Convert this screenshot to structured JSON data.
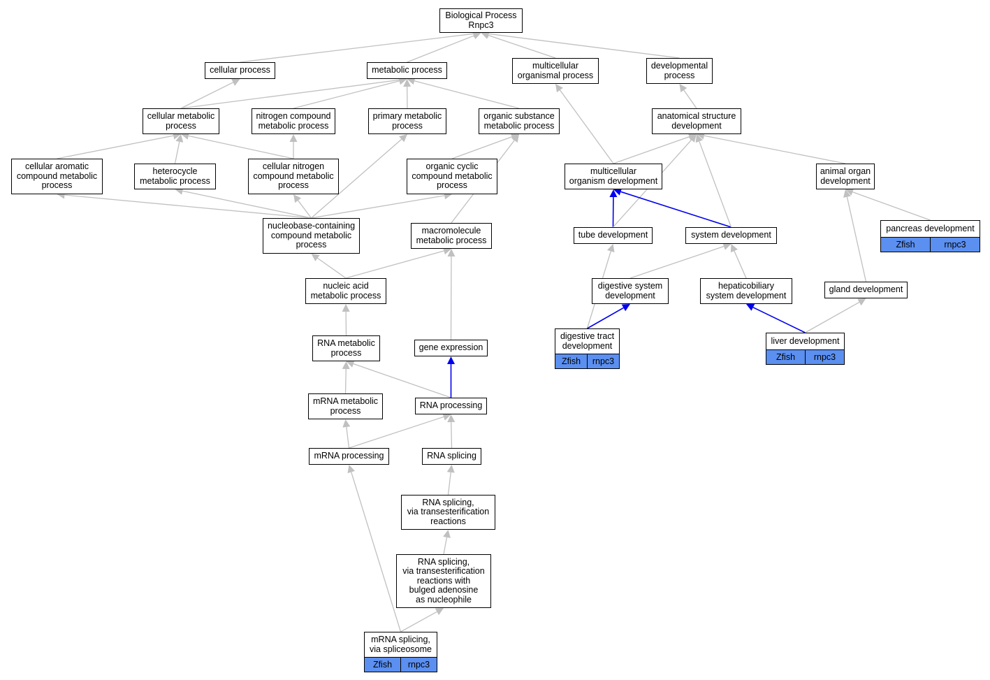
{
  "colors": {
    "edge_gray": "#c0c0c0",
    "edge_blue": "#0000ee",
    "annotation_fill": "#5b8ff0",
    "node_border": "#000000",
    "background": "#ffffff"
  },
  "nodes": {
    "root": "Biological Process\nRnpc3",
    "cellular_process": "cellular process",
    "metabolic_process": "metabolic process",
    "multicellular_organismal_process": "multicellular\norganismal process",
    "developmental_process": "developmental\nprocess",
    "cellular_metabolic_process": "cellular metabolic\nprocess",
    "nitrogen_compound_metabolic_process": "nitrogen compound\nmetabolic process",
    "primary_metabolic_process": "primary metabolic\nprocess",
    "organic_substance_metabolic_process": "organic substance\nmetabolic process",
    "anatomical_structure_development": "anatomical structure\ndevelopment",
    "cellular_aromatic_compound_metabolic_process": "cellular aromatic\ncompound metabolic\nprocess",
    "heterocycle_metabolic_process": "heterocycle\nmetabolic process",
    "cellular_nitrogen_compound_metabolic_process": "cellular nitrogen\ncompound metabolic\nprocess",
    "organic_cyclic_compound_metabolic_process": "organic cyclic\ncompound metabolic\nprocess",
    "multicellular_organism_development": "multicellular\norganism development",
    "animal_organ_development": "animal organ\ndevelopment",
    "nucleobase_containing_compound_metabolic_process": "nucleobase-containing\ncompound metabolic\nprocess",
    "macromolecule_metabolic_process": "macromolecule\nmetabolic process",
    "tube_development": "tube development",
    "system_development": "system development",
    "pancreas_development": "pancreas development",
    "nucleic_acid_metabolic_process": "nucleic acid\nmetabolic process",
    "digestive_system_development": "digestive system\ndevelopment",
    "hepaticobiliary_system_development": "hepaticobiliary\nsystem development",
    "gland_development": "gland development",
    "rna_metabolic_process": "RNA metabolic\nprocess",
    "gene_expression": "gene expression",
    "digestive_tract_development": "digestive tract\ndevelopment",
    "liver_development": "liver development",
    "mrna_metabolic_process": "mRNA metabolic\nprocess",
    "rna_processing": "RNA processing",
    "mrna_processing": "mRNA processing",
    "rna_splicing": "RNA splicing",
    "rna_splicing_transesterification": "RNA splicing,\nvia transesterification\nreactions",
    "rna_splicing_bulged_adenosine": "RNA splicing,\nvia transesterification\nreactions with\nbulged adenosine\nas nucleophile",
    "mrna_splicing_spliceosome": "mRNA splicing,\nvia spliceosome"
  },
  "annotations": {
    "pancreas_development": [
      "Zfish",
      "rnpc3"
    ],
    "digestive_tract_development": [
      "Zfish",
      "rnpc3"
    ],
    "liver_development": [
      "Zfish",
      "rnpc3"
    ],
    "mrna_splicing_spliceosome": [
      "Zfish",
      "rnpc3"
    ]
  },
  "edges": [
    {
      "from": "cellular_process",
      "to": "root"
    },
    {
      "from": "metabolic_process",
      "to": "root"
    },
    {
      "from": "multicellular_organismal_process",
      "to": "root"
    },
    {
      "from": "developmental_process",
      "to": "root"
    },
    {
      "from": "cellular_metabolic_process",
      "to": "cellular_process"
    },
    {
      "from": "cellular_metabolic_process",
      "to": "metabolic_process"
    },
    {
      "from": "nitrogen_compound_metabolic_process",
      "to": "metabolic_process"
    },
    {
      "from": "primary_metabolic_process",
      "to": "metabolic_process"
    },
    {
      "from": "organic_substance_metabolic_process",
      "to": "metabolic_process"
    },
    {
      "from": "anatomical_structure_development",
      "to": "developmental_process"
    },
    {
      "from": "cellular_aromatic_compound_metabolic_process",
      "to": "cellular_metabolic_process"
    },
    {
      "from": "heterocycle_metabolic_process",
      "to": "cellular_metabolic_process"
    },
    {
      "from": "cellular_nitrogen_compound_metabolic_process",
      "to": "cellular_metabolic_process"
    },
    {
      "from": "cellular_nitrogen_compound_metabolic_process",
      "to": "nitrogen_compound_metabolic_process"
    },
    {
      "from": "organic_cyclic_compound_metabolic_process",
      "to": "organic_substance_metabolic_process"
    },
    {
      "from": "multicellular_organism_development",
      "to": "multicellular_organismal_process"
    },
    {
      "from": "multicellular_organism_development",
      "to": "anatomical_structure_development"
    },
    {
      "from": "animal_organ_development",
      "to": "anatomical_structure_development"
    },
    {
      "from": "nucleobase_containing_compound_metabolic_process",
      "to": "cellular_aromatic_compound_metabolic_process"
    },
    {
      "from": "nucleobase_containing_compound_metabolic_process",
      "to": "heterocycle_metabolic_process"
    },
    {
      "from": "nucleobase_containing_compound_metabolic_process",
      "to": "cellular_nitrogen_compound_metabolic_process"
    },
    {
      "from": "nucleobase_containing_compound_metabolic_process",
      "to": "primary_metabolic_process"
    },
    {
      "from": "nucleobase_containing_compound_metabolic_process",
      "to": "organic_cyclic_compound_metabolic_process"
    },
    {
      "from": "macromolecule_metabolic_process",
      "to": "organic_substance_metabolic_process"
    },
    {
      "from": "tube_development",
      "to": "multicellular_organism_development",
      "blue": true
    },
    {
      "from": "tube_development",
      "to": "anatomical_structure_development"
    },
    {
      "from": "system_development",
      "to": "multicellular_organism_development",
      "blue": true
    },
    {
      "from": "system_development",
      "to": "anatomical_structure_development"
    },
    {
      "from": "pancreas_development",
      "to": "animal_organ_development"
    },
    {
      "from": "nucleic_acid_metabolic_process",
      "to": "nucleobase_containing_compound_metabolic_process"
    },
    {
      "from": "nucleic_acid_metabolic_process",
      "to": "macromolecule_metabolic_process"
    },
    {
      "from": "digestive_system_development",
      "to": "system_development"
    },
    {
      "from": "hepaticobiliary_system_development",
      "to": "system_development"
    },
    {
      "from": "gland_development",
      "to": "animal_organ_development"
    },
    {
      "from": "rna_metabolic_process",
      "to": "nucleic_acid_metabolic_process"
    },
    {
      "from": "gene_expression",
      "to": "macromolecule_metabolic_process"
    },
    {
      "from": "digestive_tract_development",
      "to": "tube_development"
    },
    {
      "from": "digestive_tract_development",
      "to": "digestive_system_development",
      "blue": true
    },
    {
      "from": "liver_development",
      "to": "hepaticobiliary_system_development",
      "blue": true
    },
    {
      "from": "liver_development",
      "to": "gland_development"
    },
    {
      "from": "mrna_metabolic_process",
      "to": "rna_metabolic_process"
    },
    {
      "from": "rna_processing",
      "to": "rna_metabolic_process"
    },
    {
      "from": "rna_processing",
      "to": "gene_expression",
      "blue": true
    },
    {
      "from": "mrna_processing",
      "to": "mrna_metabolic_process"
    },
    {
      "from": "mrna_processing",
      "to": "rna_processing"
    },
    {
      "from": "rna_splicing",
      "to": "rna_processing"
    },
    {
      "from": "rna_splicing_transesterification",
      "to": "rna_splicing"
    },
    {
      "from": "rna_splicing_bulged_adenosine",
      "to": "rna_splicing_transesterification"
    },
    {
      "from": "mrna_splicing_spliceosome",
      "to": "mrna_processing"
    },
    {
      "from": "mrna_splicing_spliceosome",
      "to": "rna_splicing_bulged_adenosine"
    }
  ]
}
